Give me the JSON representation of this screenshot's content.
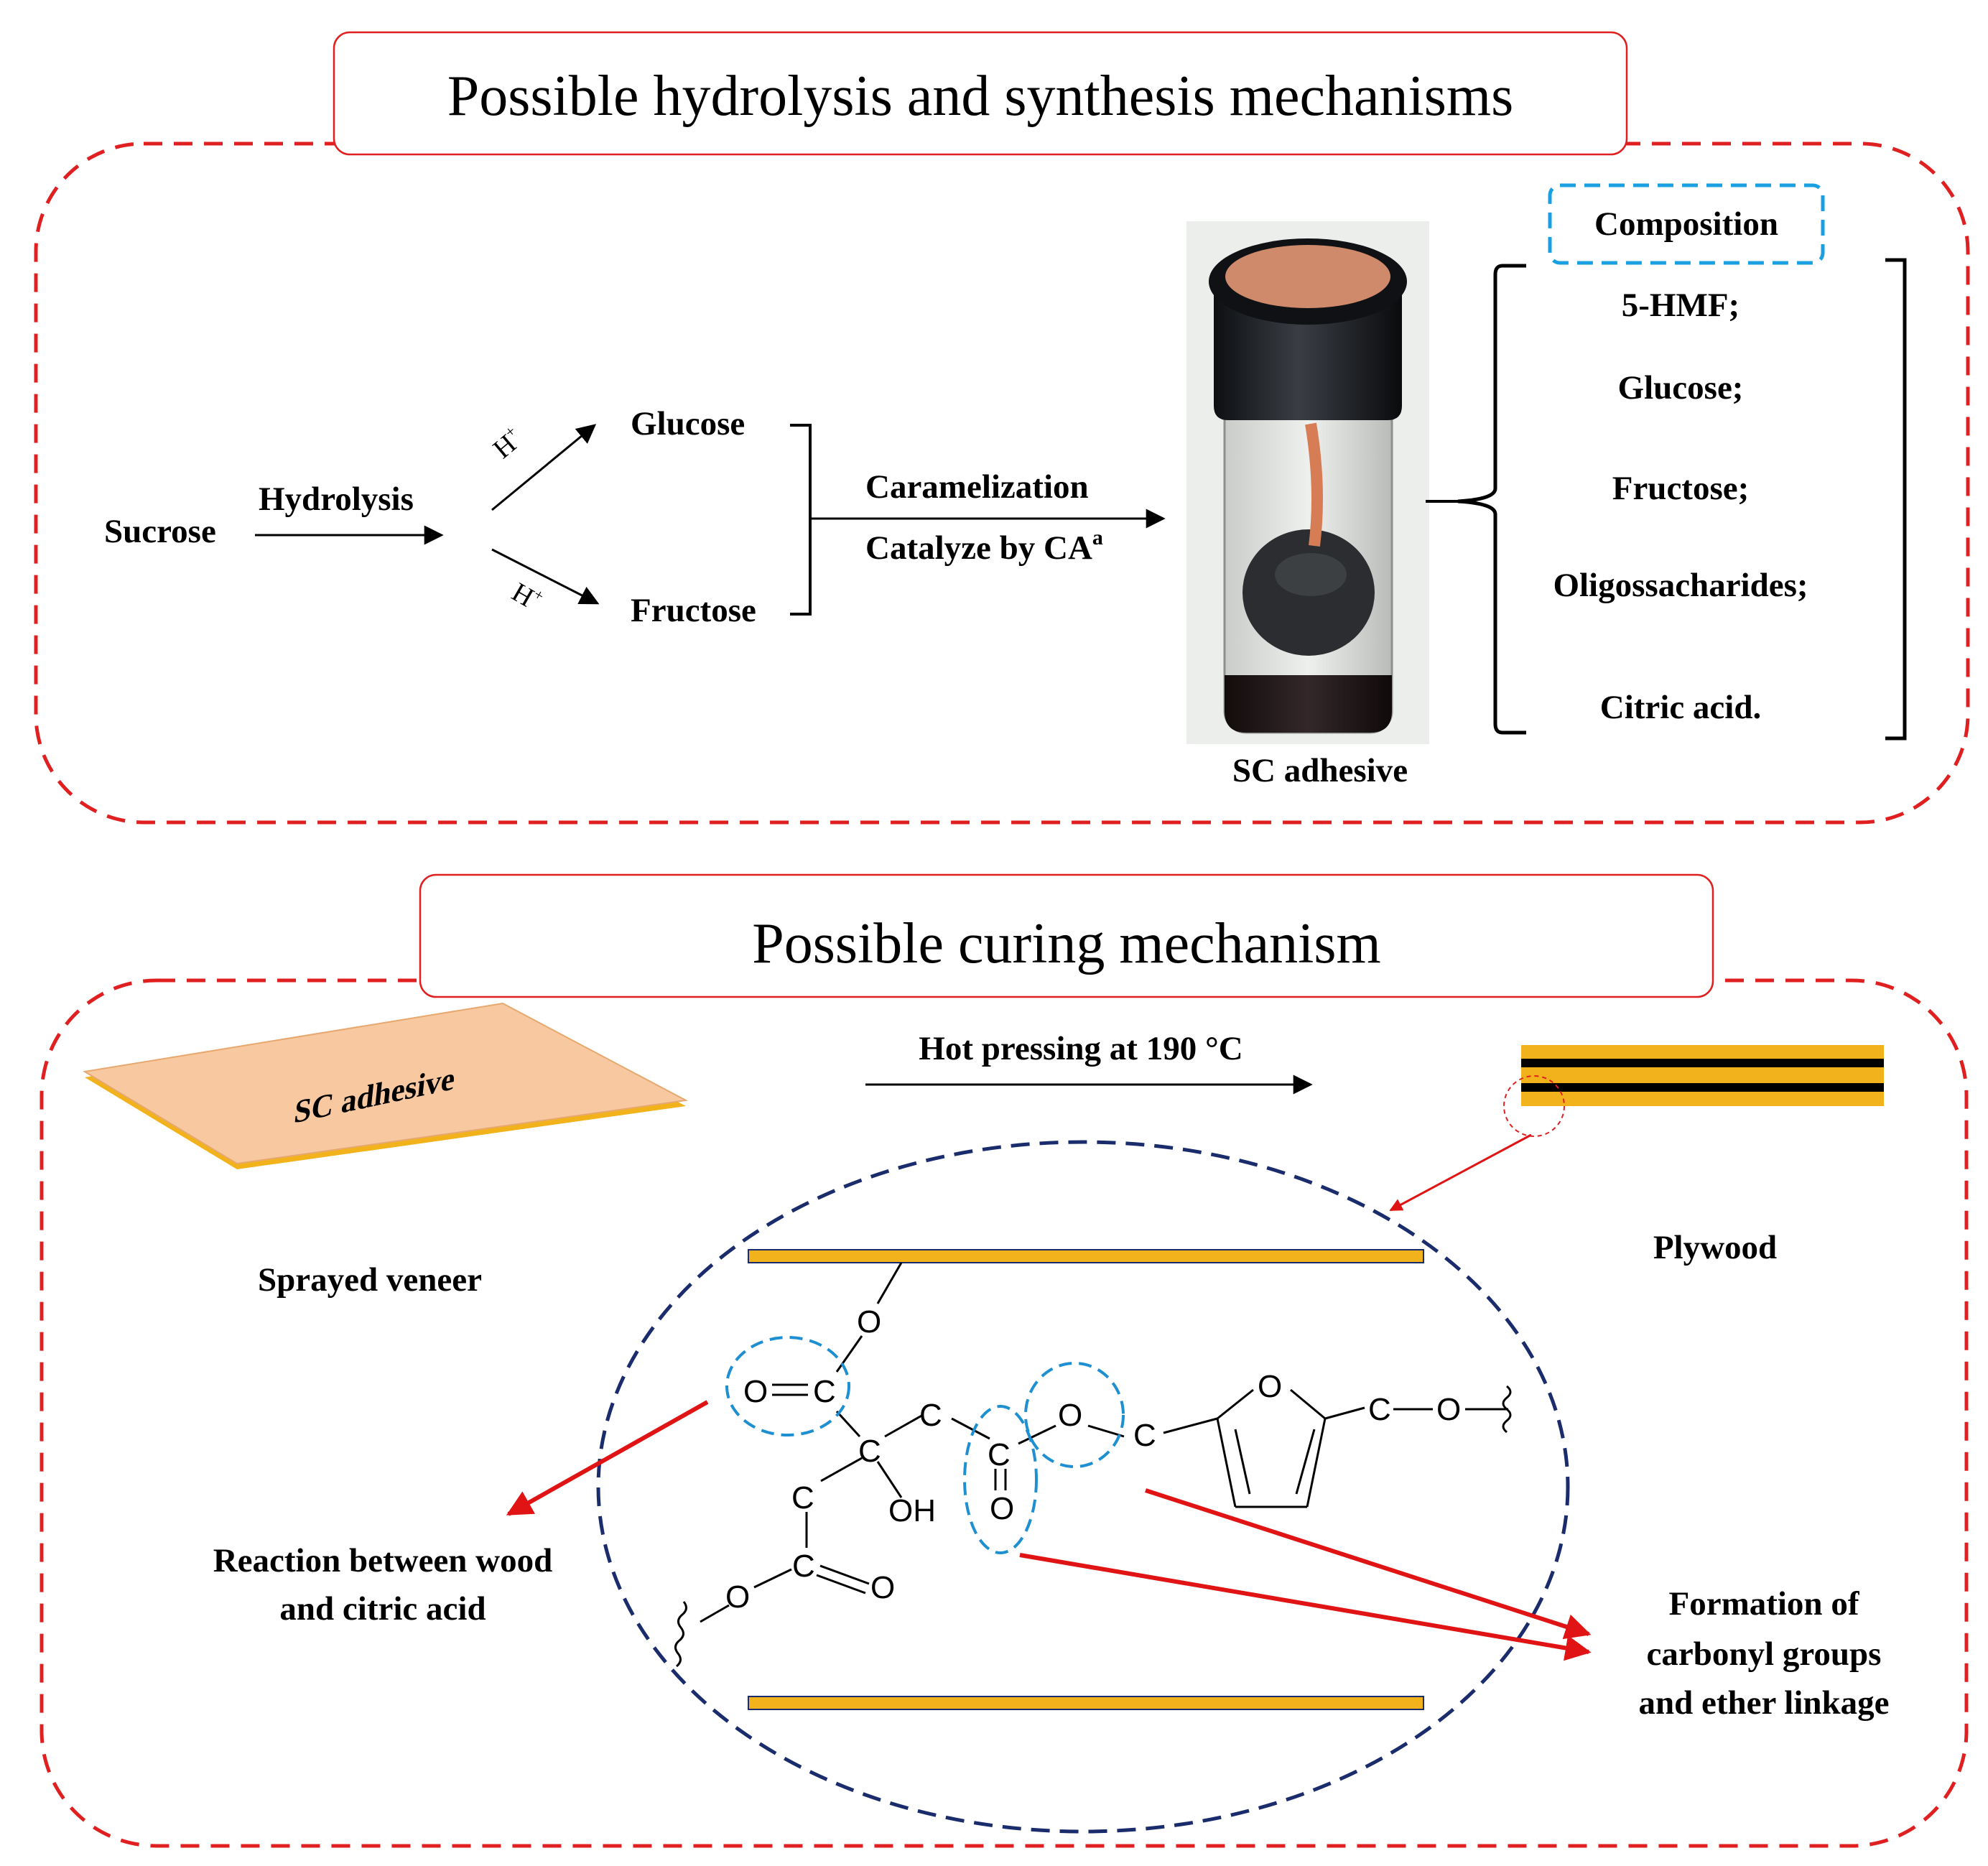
{
  "top": {
    "title": "Possible hydrolysis and synthesis mechanisms",
    "sucrose": "Sucrose",
    "hydrolysis": "Hydrolysis",
    "h_plus_up": "H",
    "h_plus_down": "H",
    "plus": "+",
    "glucose": "Glucose",
    "fructose": "Fructose",
    "caramelization": "Caramelization",
    "catalyze": "Catalyze by CA",
    "catalyze_sup": "a",
    "product_label": "SC adhesive",
    "composition_title": "Composition",
    "composition_items": [
      "5-HMF;",
      "Glucose;",
      "Fructose;",
      "Oligossacharides;",
      "Citric acid."
    ]
  },
  "bottom": {
    "title": "Possible curing mechanism",
    "veneer_text": "SC adhesive",
    "sprayed_veneer": "Sprayed veneer",
    "hot_pressing": "Hot pressing at 190 °C",
    "plywood": "Plywood",
    "reaction_label_1": "Reaction between wood",
    "reaction_label_2": "and citric acid",
    "formation_label_1": "Formation of",
    "formation_label_2": "carbonyl groups",
    "formation_label_3": "and ether linkage",
    "atoms": {
      "O": "O",
      "C": "C",
      "OH": "OH"
    }
  },
  "colors": {
    "red_dash": "#e02020",
    "blue_dash": "#1e8fd0",
    "navy_dash": "#1a2c6b",
    "orange_layer": "#f2b21c",
    "veneer_face": "#f8c9a0",
    "arrow_red": "#e01414"
  }
}
